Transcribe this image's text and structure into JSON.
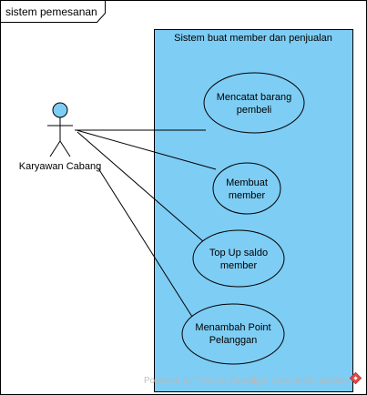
{
  "frame": {
    "title": "sistem pemesanan"
  },
  "system": {
    "title": "Sistem buat member dan penjualan",
    "fill": "#7ecdf4"
  },
  "actor": {
    "name": "Karyawan Cabang",
    "head_color": "#7ecdf4"
  },
  "use_cases": [
    {
      "line1": "Mencatat barang",
      "line2": "pembeli"
    },
    {
      "line1": "Membuat",
      "line2": "member"
    },
    {
      "line1": "Top Up saldo",
      "line2": "member"
    },
    {
      "line1": "Menambah Point",
      "line2": "Pelanggan"
    }
  ],
  "watermark": {
    "text": "Powered By™Visual Paradigm Community Edition"
  }
}
